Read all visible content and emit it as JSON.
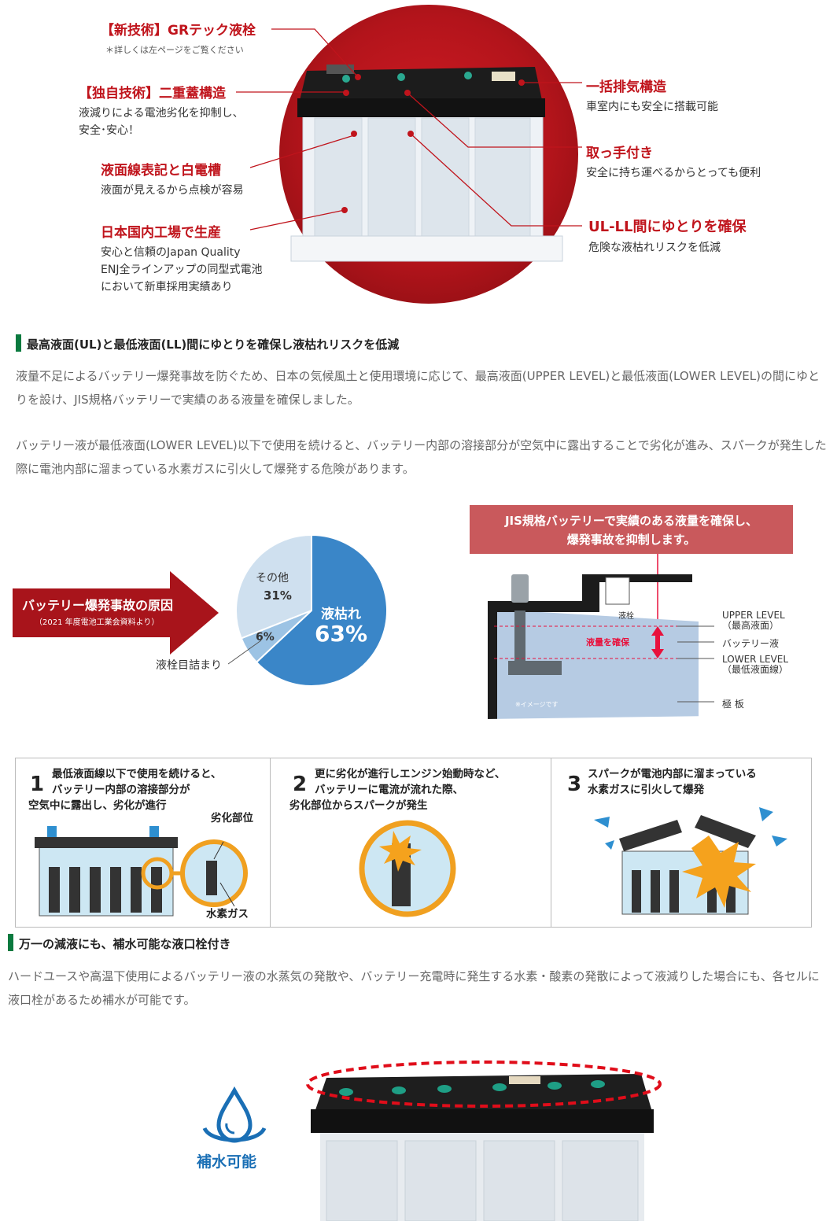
{
  "hero": {
    "callouts": [
      {
        "title": "【新技術】GRテック液栓",
        "note": "＊詳しくは左ページをご覧ください"
      },
      {
        "title": "【独自技術】二重蓋構造",
        "lines": [
          "液減りによる電池劣化を抑制し、",
          "安全･安心！"
        ]
      },
      {
        "title": "液面線表記と白電槽",
        "lines": [
          "液面が見えるから点検が容易"
        ]
      },
      {
        "title": "日本国内工場で生産",
        "lines": [
          "安心と信頼のJapan Quality",
          "ENJ全ラインアップの同型式電池",
          "において新車採用実績あり"
        ]
      },
      {
        "title": "一括排気構造",
        "lines": [
          "車室内にも安全に搭載可能"
        ]
      },
      {
        "title": "取っ手付き",
        "lines": [
          "安全に持ち運べるからとっても便利"
        ]
      },
      {
        "title": "UL-LL間にゆとりを確保",
        "lines": [
          "危険な液枯れリスクを低減"
        ]
      }
    ]
  },
  "section1": {
    "heading": "最高液面(UL)と最低液面(LL)間にゆとりを確保し液枯れリスクを低減",
    "para1": "液量不足によるバッテリー爆発事故を防ぐため、日本の気候風土と使用環境に応じて、最高液面(UPPER LEVEL)と最低液面(LOWER LEVEL)の間にゆとりを設け、JIS規格バッテリーで実績のある液量を確保しました。",
    "para2": "バッテリー液が最低液面(LOWER LEVEL)以下で使用を続けると、バッテリー内部の溶接部分が空気中に露出することで劣化が進み、スパークが発生した際に電池内部に溜まっている水素ガスに引火して爆発する危険があります。"
  },
  "cause": {
    "arrow_title": "バッテリー爆発事故の原因",
    "arrow_sub": "（2021 年度電池工業会資料より）",
    "slices": [
      {
        "label": "液枯れ",
        "value_text": "63%",
        "value": 63,
        "color": "#3a86c8"
      },
      {
        "label": "液栓目詰まり",
        "value_text": "6%",
        "value": 6,
        "color": "#9cc3e4"
      },
      {
        "label": "その他",
        "value_text": "31%",
        "value": 31,
        "color": "#cfe0ef"
      }
    ]
  },
  "diagram": {
    "banner_line1": "JIS規格バッテリーで実績のある液量を確保し、",
    "banner_line2": "爆発事故を抑制します。",
    "plug_label": "液栓",
    "upper_level": "UPPER LEVEL",
    "upper_level_sub": "（最高液面）",
    "fluid": "バッテリー液",
    "lower_level": "LOWER LEVEL",
    "lower_level_sub": "（最低液面線）",
    "plate": "極 板",
    "secured": "液量を確保",
    "image_note": "※イメージです",
    "colors": {
      "banner": "#c9595c",
      "fluid": "#b6cbe3",
      "accent": "#e8113c"
    }
  },
  "steps": [
    {
      "num": "1",
      "lines": [
        "最低液面線以下で使用を続けると、",
        "バッテリー内部の溶接部分が",
        "空気中に露出し、劣化が進行"
      ],
      "labels": [
        "劣化部位",
        "水素ガス"
      ]
    },
    {
      "num": "2",
      "lines": [
        "更に劣化が進行しエンジン始動時など、",
        "バッテリーに電流が流れた際、",
        "劣化部位からスパークが発生"
      ]
    },
    {
      "num": "3",
      "lines": [
        "スパークが電池内部に溜まっている",
        "水素ガスに引火して爆発"
      ]
    }
  ],
  "section2": {
    "heading": "万一の減液にも、補水可能な液口栓付き",
    "para": "ハードユースや高温下使用によるバッテリー液の水蒸気の発散や、バッテリー充電時に発生する水素・酸素の発散によって液減りした場合にも、各セルに液口栓があるため補水が可能です。"
  },
  "refill": {
    "label": "補水可能",
    "color": "#1a6fb5"
  }
}
